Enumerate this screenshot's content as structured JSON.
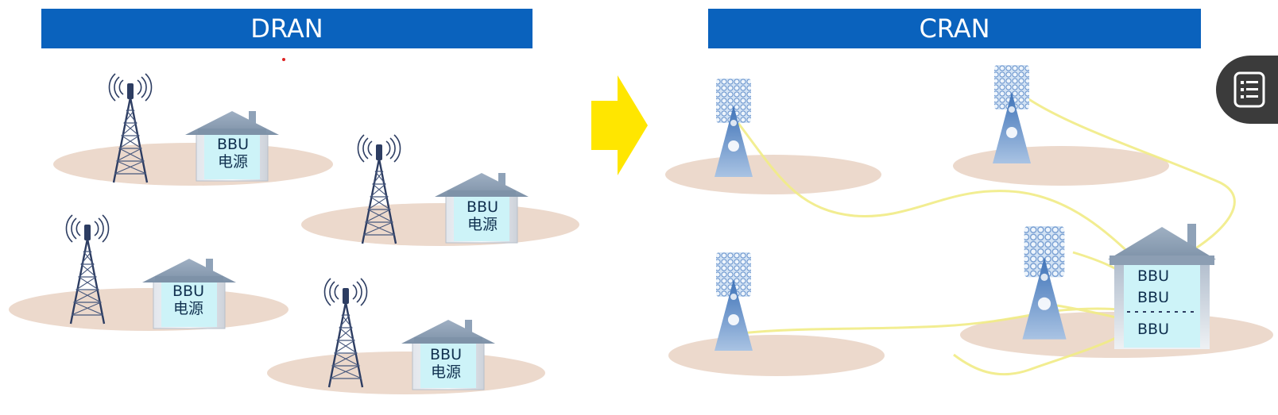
{
  "dran": {
    "title": "DRAN",
    "sites": [
      {
        "unit_label": "BBU",
        "power_label": "电源"
      },
      {
        "unit_label": "BBU",
        "power_label": "电源"
      },
      {
        "unit_label": "BBU",
        "power_label": "电源"
      },
      {
        "unit_label": "BBU",
        "power_label": "电源"
      }
    ]
  },
  "cran": {
    "title": "CRAN",
    "pool_labels": [
      "BBU",
      "BBU",
      "BBU"
    ]
  },
  "colors": {
    "banner": "#0a62bd",
    "arrow": "#ffe600",
    "fiber": "#f1ec86",
    "ground": "#ecd9cc",
    "unit_box": "#cdf3f8",
    "tower_dark": "#2d3d62",
    "tower_light": "#5d8fc9"
  },
  "icons": {
    "transition_arrow": "right-arrow-icon",
    "notes": "list-icon"
  }
}
